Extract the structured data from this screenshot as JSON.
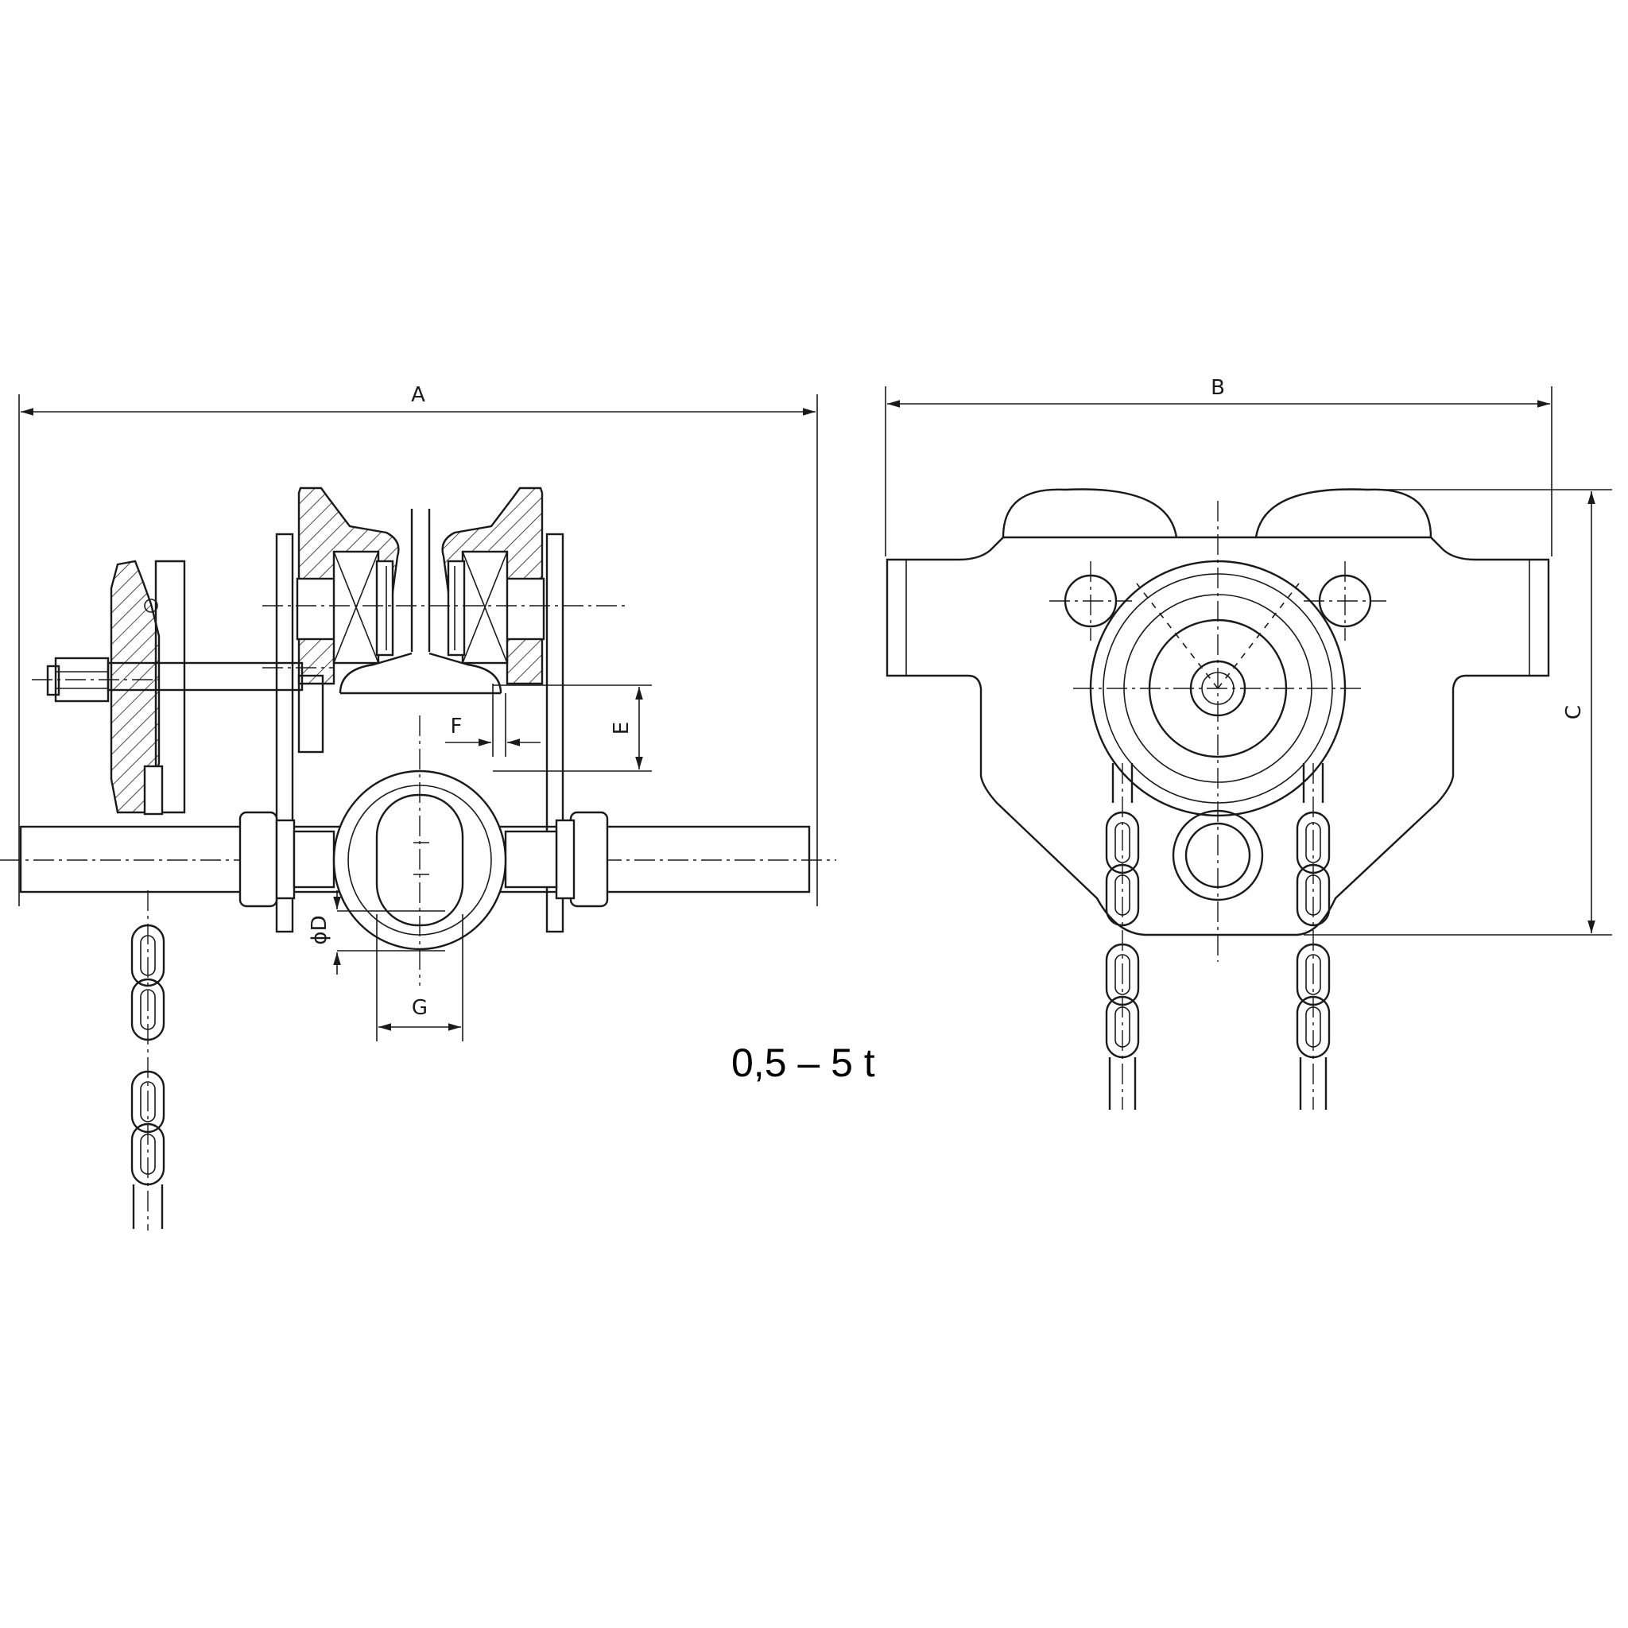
{
  "caption": "0,5 – 5 t",
  "dimensions": {
    "a": "A",
    "b": "B",
    "c": "C",
    "d": "ϕD",
    "e": "E",
    "f": "F",
    "g": "G"
  }
}
